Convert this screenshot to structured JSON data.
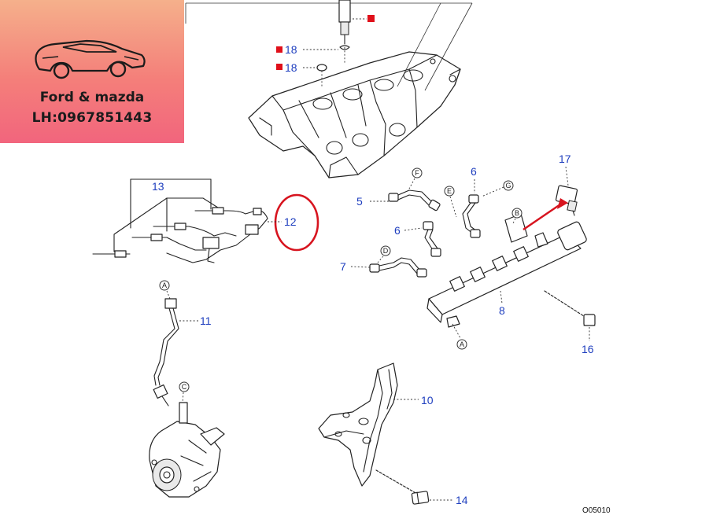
{
  "brand": {
    "name": "Ford & mazda",
    "phone": "LH:0967851443",
    "icon": "sports-car-logo"
  },
  "callouts": {
    "c5": "5",
    "c6a": "6",
    "c6b": "6",
    "c7": "7",
    "c8": "8",
    "c10": "10",
    "c11": "11",
    "c12": "12",
    "c13": "13",
    "c14": "14",
    "c16": "16",
    "c17": "17",
    "c18a": "18",
    "c18b": "18"
  },
  "letters": {
    "a_top": "A",
    "a_bottom": "A",
    "b": "B",
    "c": "C",
    "d": "D",
    "e": "E",
    "f": "F",
    "g": "G"
  },
  "reference_code": "O05010",
  "colors": {
    "callout_blue": "#1f3fbf",
    "highlight_red": "#d7141f",
    "marker_red": "#e0101a"
  }
}
